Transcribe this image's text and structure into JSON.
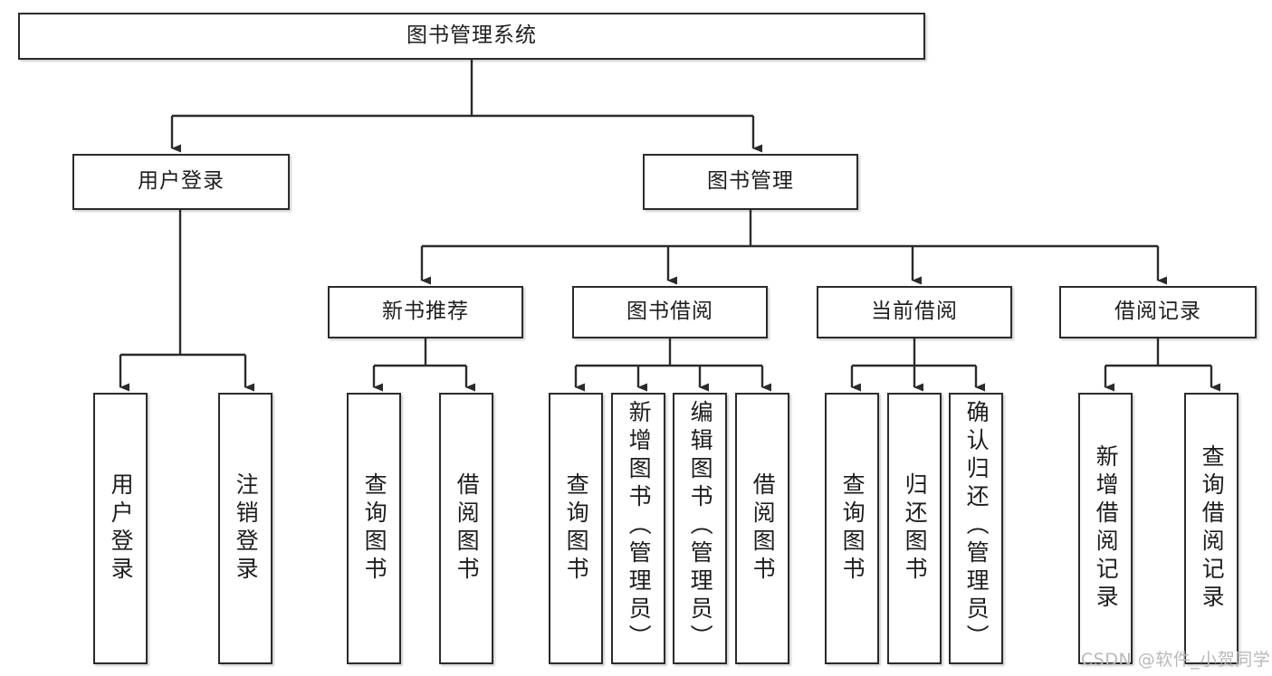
{
  "diagram": {
    "type": "tree-hierarchy-chart",
    "title": "图书管理系统",
    "background_color": "#ffffff",
    "box_border_color": "#2b2b2b",
    "edge_color": "#2b2b2b",
    "text_color": "#1d1d1d"
  },
  "nodes": {
    "root": {
      "label": "图书管理系统"
    },
    "level1": [
      {
        "id": "user-login",
        "label": "用户登录"
      },
      {
        "id": "book-management",
        "label": "图书管理"
      }
    ],
    "level2": [
      {
        "id": "new-book-recommend",
        "label": "新书推荐"
      },
      {
        "id": "book-borrow",
        "label": "图书借阅"
      },
      {
        "id": "current-borrow",
        "label": "当前借阅"
      },
      {
        "id": "borrow-record",
        "label": "借阅记录"
      }
    ],
    "level3": {
      "user-login": [
        {
          "id": "leaf-user-login",
          "label": "用户登录"
        },
        {
          "id": "leaf-user-logout",
          "label": "注销登录"
        }
      ],
      "new-book-recommend": [
        {
          "id": "leaf-query-book-1",
          "label": "查询图书"
        },
        {
          "id": "leaf-borrow-book-1",
          "label": "借阅图书"
        }
      ],
      "book-borrow": [
        {
          "id": "leaf-query-book-2",
          "label": "查询图书"
        },
        {
          "id": "leaf-add-book",
          "label": "新增图书（管理员）"
        },
        {
          "id": "leaf-edit-book",
          "label": "编辑图书（管理员）"
        },
        {
          "id": "leaf-borrow-book-2",
          "label": "借阅图书"
        }
      ],
      "current-borrow": [
        {
          "id": "leaf-query-book-3",
          "label": "查询图书"
        },
        {
          "id": "leaf-return-book",
          "label": "归还图书"
        },
        {
          "id": "leaf-confirm-return",
          "label": "确认归还（管理员）"
        }
      ],
      "borrow-record": [
        {
          "id": "leaf-add-record",
          "label": "新增借阅记录"
        },
        {
          "id": "leaf-query-record",
          "label": "查询借阅记录"
        }
      ]
    }
  },
  "watermark": {
    "text": "CSDN @软件_小贺同学"
  }
}
